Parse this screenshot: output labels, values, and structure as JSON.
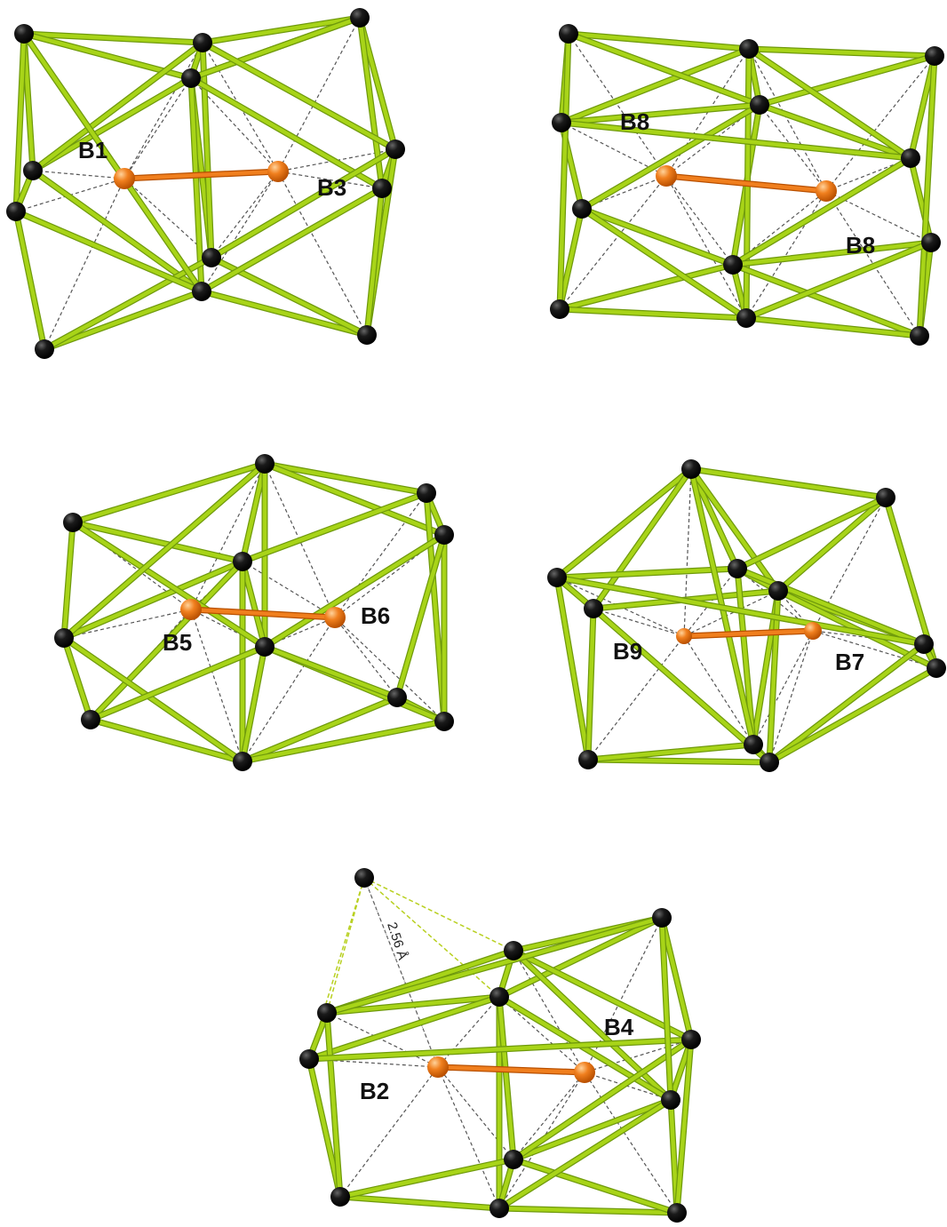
{
  "colors": {
    "polyhedron_edge": "#a8d418",
    "polyhedron_edge_dark": "#6f9a0c",
    "vertex_atom": "#0a0a0a",
    "central_atom": "#f07f1e",
    "central_bond": "#f07f1e",
    "dashed_contact": "#555555",
    "long_contact": "#b8d020",
    "background": "#ffffff"
  },
  "panels": [
    {
      "id": "B1-B3",
      "labels": [
        "B1",
        "B3"
      ]
    },
    {
      "id": "B8-B8",
      "labels": [
        "B8",
        "B8"
      ]
    },
    {
      "id": "B5-B6",
      "labels": [
        "B5",
        "B6"
      ]
    },
    {
      "id": "B9-B7",
      "labels": [
        "B9",
        "B7"
      ]
    },
    {
      "id": "B2-B4",
      "labels": [
        "B2",
        "B4"
      ],
      "annotation": "2.56 Å"
    }
  ]
}
